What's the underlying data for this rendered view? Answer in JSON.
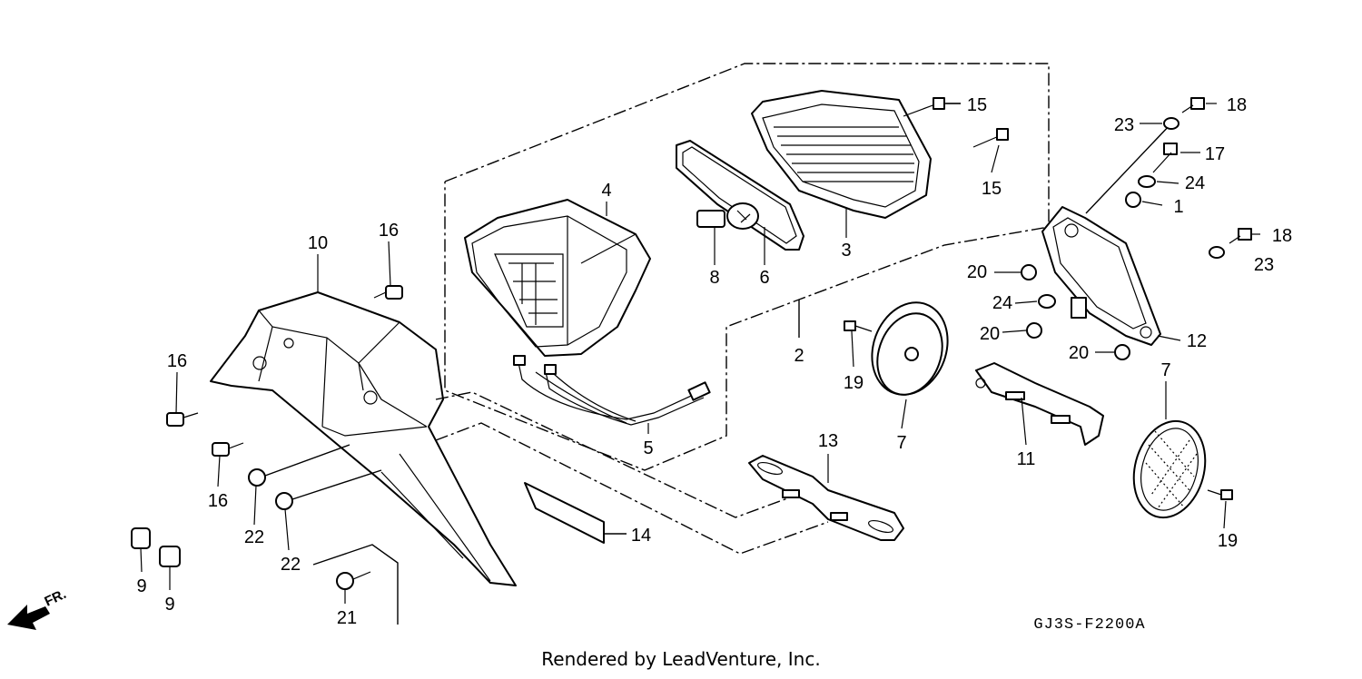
{
  "diagram": {
    "labels": {
      "p1": "1",
      "p2": "2",
      "p3": "3",
      "p4": "4",
      "p5": "5",
      "p6": "6",
      "p7a": "7",
      "p7b": "7",
      "p8": "8",
      "p9a": "9",
      "p9b": "9",
      "p10": "10",
      "p11": "11",
      "p12": "12",
      "p13": "13",
      "p14": "14",
      "p15a": "15",
      "p15b": "15",
      "p16a": "16",
      "p16b": "16",
      "p16c": "16",
      "p17": "17",
      "p18a": "18",
      "p18b": "18",
      "p19a": "19",
      "p19b": "19",
      "p20a": "20",
      "p20b": "20",
      "p20c": "20",
      "p21": "21",
      "p22a": "22",
      "p22b": "22",
      "p23a": "23",
      "p23b": "23",
      "p24a": "24",
      "p24b": "24"
    },
    "diagram_code": "GJ3S-F2200A",
    "direction_label": "FR."
  },
  "footer": {
    "text": "Rendered by LeadVenture, Inc."
  }
}
